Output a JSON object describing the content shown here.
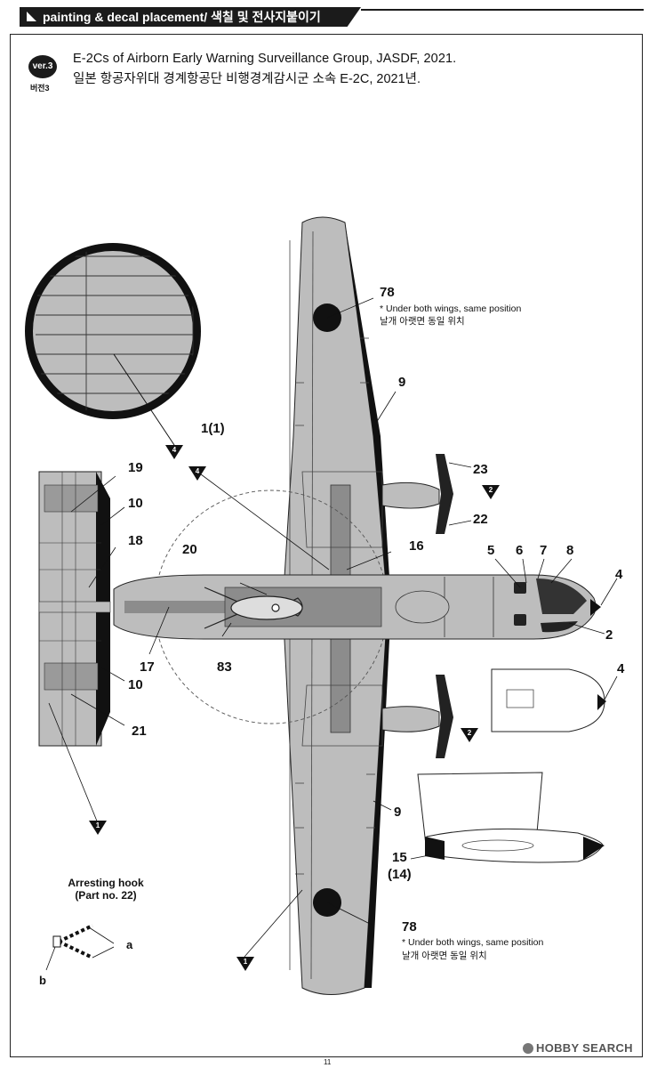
{
  "header": {
    "title": "painting & decal placement/ 색칠 및 전사지붙이기"
  },
  "version": {
    "badge": "ver.3",
    "badge_ko": "버전3",
    "title_en": "E-2Cs of Airborn Early Warning Surveillance Group, JASDF, 2021.",
    "title_ko": "일본 항공자위대 경계항공단 비행경계감시군 소속 E-2C, 2021년."
  },
  "callouts": {
    "c1_1": "1(1)",
    "c19": "19",
    "c10a": "10",
    "c18": "18",
    "c20": "20",
    "c16": "16",
    "c17": "17",
    "c83": "83",
    "c10b": "10",
    "c21": "21",
    "c9a": "9",
    "c9b": "9",
    "c23": "23",
    "c22": "22",
    "c5": "5",
    "c6": "6",
    "c7": "7",
    "c8": "8",
    "c4a": "4",
    "c2": "2",
    "c4b": "4",
    "c15": "15",
    "c14": "(14)",
    "c78a": "78",
    "c78b": "78",
    "a": "a",
    "b": "b"
  },
  "notes": {
    "top_en": "* Under both wings, same position",
    "top_ko": "날개 아랫면 동일 위치",
    "bottom_en": "* Under both wings, same position",
    "bottom_ko": "날개 아랫면 동일 위치"
  },
  "markers": {
    "m4_circle": "4",
    "m4_wing": "4",
    "m2_top": "2",
    "m2_bottom": "2",
    "m1_left": "1",
    "m1_bottom": "1"
  },
  "arresting_hook": {
    "title": "Arresting hook\n(Part no. 22)"
  },
  "watermark": "HOBBY SEARCH",
  "page_number": "11",
  "colors": {
    "gray_paint": "#bdbdbd",
    "dark_gray": "#8c8c8c",
    "black": "#111111"
  }
}
